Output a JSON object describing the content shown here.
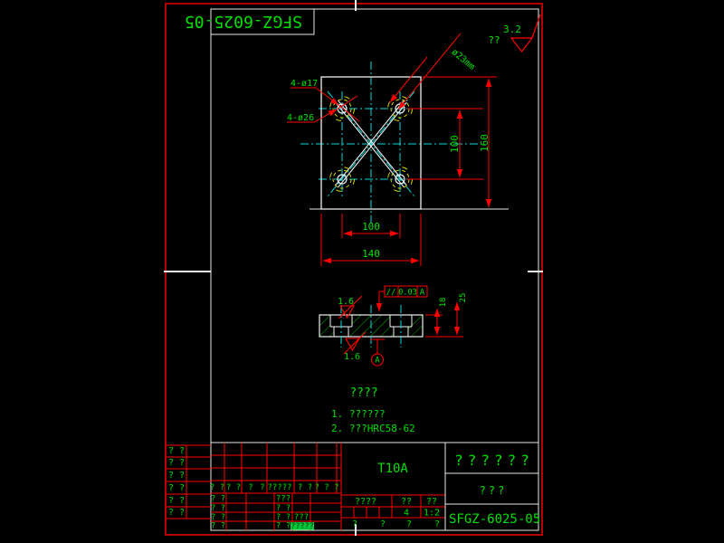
{
  "sheet": {
    "title_top": "SFGZ-6025-05",
    "roughness_prefix": "??",
    "roughness_value": "3.2"
  },
  "main_view": {
    "label_holes_small": "4-ø17",
    "label_holes_cbore": "4-ø26",
    "label_diagonal": "ø23mm",
    "dim_holes_vertical": "100",
    "dim_plate_height": "160",
    "dim_holes_horizontal": "100",
    "dim_plate_width": "140"
  },
  "section_view": {
    "roughness_top": "1.6",
    "roughness_bottom": "1.6",
    "fcf_symbol": "//",
    "fcf_tolerance": "0.03",
    "fcf_datum": "A",
    "datum_label": "A",
    "dim_counterbore_depth": "18",
    "dim_thickness": "25"
  },
  "notes": {
    "heading": "????",
    "line1": "1. ??????",
    "line2": "2. ???HRC58-62"
  },
  "title_block": {
    "margin_rows": [
      "? ?",
      "? ?",
      "? ?",
      "? ?",
      "? ?",
      "? ?"
    ],
    "bom_headers": [
      "? ?",
      "? ?",
      "?",
      "?",
      "?????",
      "? ?",
      "? ? ?"
    ],
    "sig_rows": [
      {
        "label": "? ?",
        "value": "???",
        "extra": ""
      },
      {
        "label": "? ?",
        "value": "? ?",
        "extra": ""
      },
      {
        "label": "? ?",
        "value": "? ?",
        "extra": "???"
      },
      {
        "label": "? ?",
        "value": "? ?",
        "extra": "?????"
      }
    ],
    "material": "T10A",
    "col_headers": [
      "????",
      "??",
      "??"
    ],
    "qty": "4",
    "scale": "1:2",
    "bottom_cells": [
      "?",
      "?",
      "?",
      "?"
    ],
    "part_name": "??????",
    "company": "???",
    "drawing_no": "SFGZ-6025-05"
  }
}
